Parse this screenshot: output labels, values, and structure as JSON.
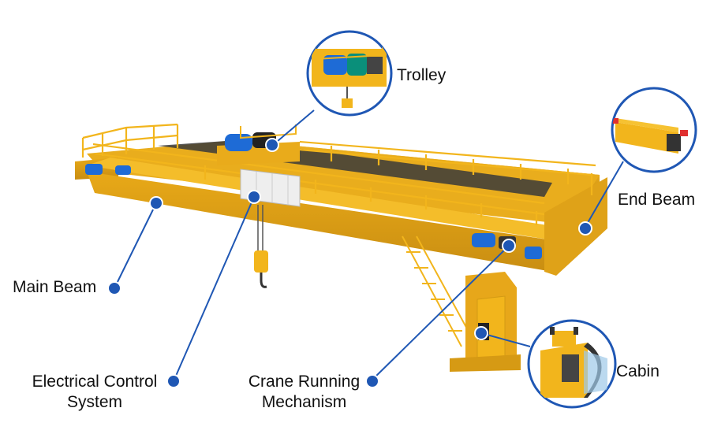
{
  "labels": {
    "trolley": "Trolley",
    "end_beam": "End Beam",
    "main_beam": "Main Beam",
    "cabin": "Cabin",
    "electrical_control_line1": "Electrical Control",
    "electrical_control_line2": "System",
    "crane_running_line1": "Crane Running",
    "crane_running_line2": "Mechanism"
  },
  "colors": {
    "crane_yellow": "#f2b51c",
    "crane_shadow": "#c98e12",
    "callout_blue": "#1f57b4",
    "motor_blue": "#1e6bd6",
    "rail_dark": "#333333"
  },
  "icons": {
    "callout_marker": "blue-dot",
    "detail_bubble": "circular-inset"
  }
}
